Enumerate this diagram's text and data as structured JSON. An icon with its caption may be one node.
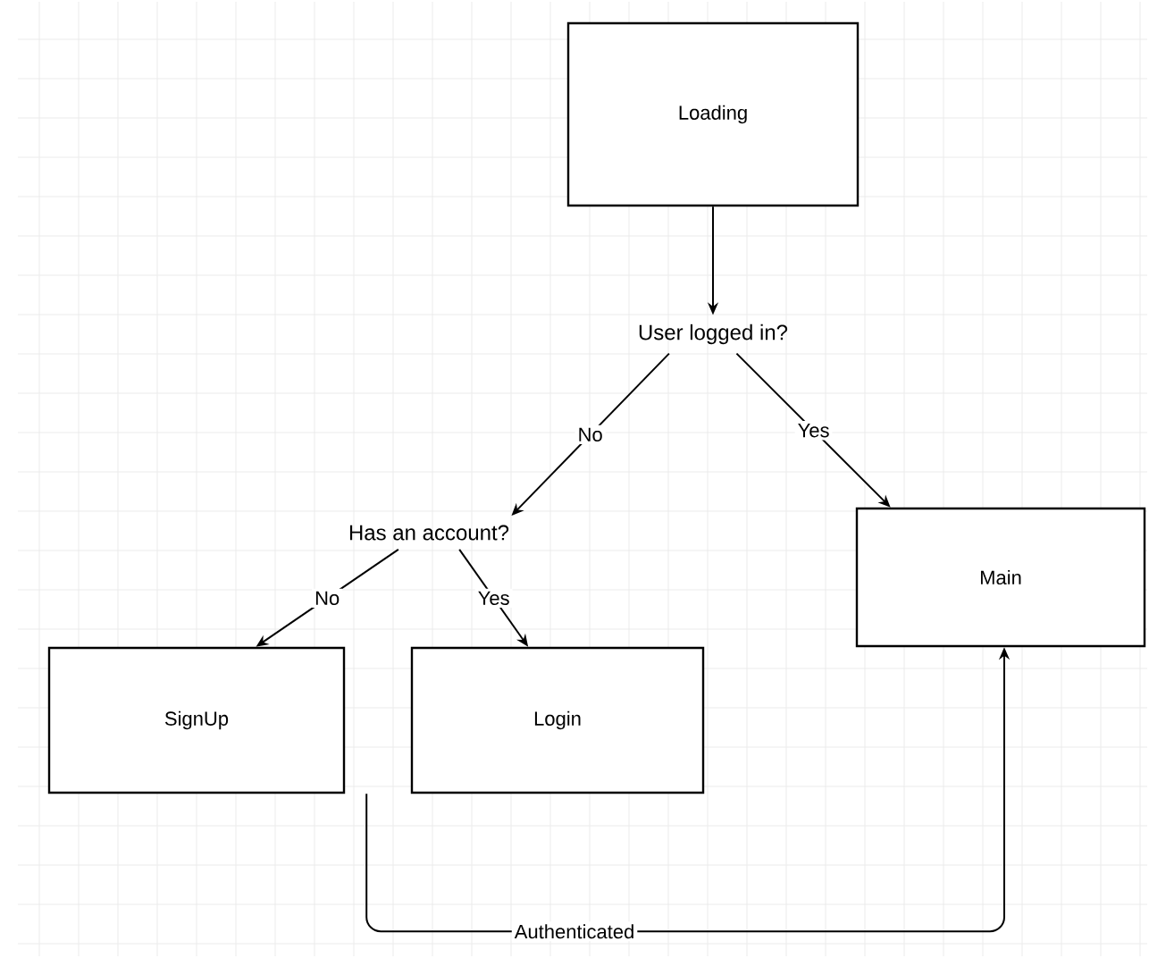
{
  "diagram": {
    "nodes": [
      {
        "text": [
          "Loading"
        ]
      },
      {
        "text": [
          "User logged in?"
        ]
      },
      {
        "text": [
          "Has an account?"
        ]
      },
      {
        "text": [
          "Main"
        ]
      },
      {
        "text": [
          "SignUp"
        ]
      },
      {
        "text": [
          "Login"
        ]
      }
    ],
    "edges": [
      {
        "from": 0,
        "to": 1,
        "arrow": "to"
      },
      {
        "from": 1,
        "to": 2,
        "arrow": "to",
        "label": "No"
      },
      {
        "from": 1,
        "to": 3,
        "arrow": "to",
        "label": "Yes"
      },
      {
        "from": 2,
        "to": 4,
        "arrow": "to",
        "label": "No"
      },
      {
        "from": 2,
        "to": 5,
        "arrow": "to",
        "label": "Yes"
      },
      {
        "from": 4,
        "to": 3,
        "arrow": "to",
        "label": "Authenticated"
      }
    ]
  }
}
